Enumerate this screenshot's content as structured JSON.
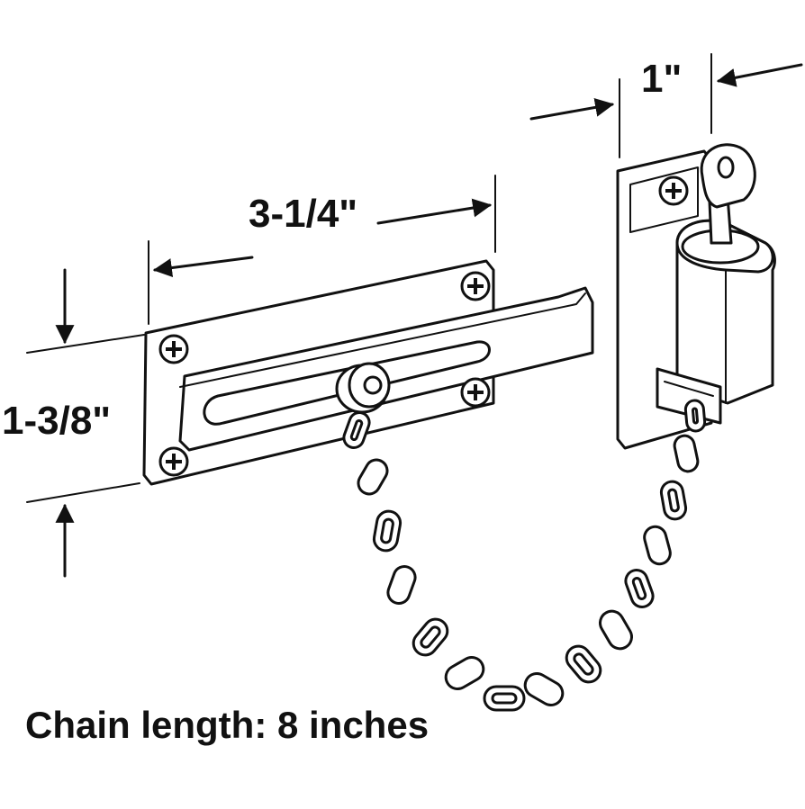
{
  "dimensions": {
    "length_label": "3-1/4\"",
    "height_label": "1-3/8\"",
    "width_label": "1\""
  },
  "caption": "Chain length: 8 inches",
  "icons": {
    "screw": "phillips-screw-icon",
    "key": "key-icon"
  }
}
